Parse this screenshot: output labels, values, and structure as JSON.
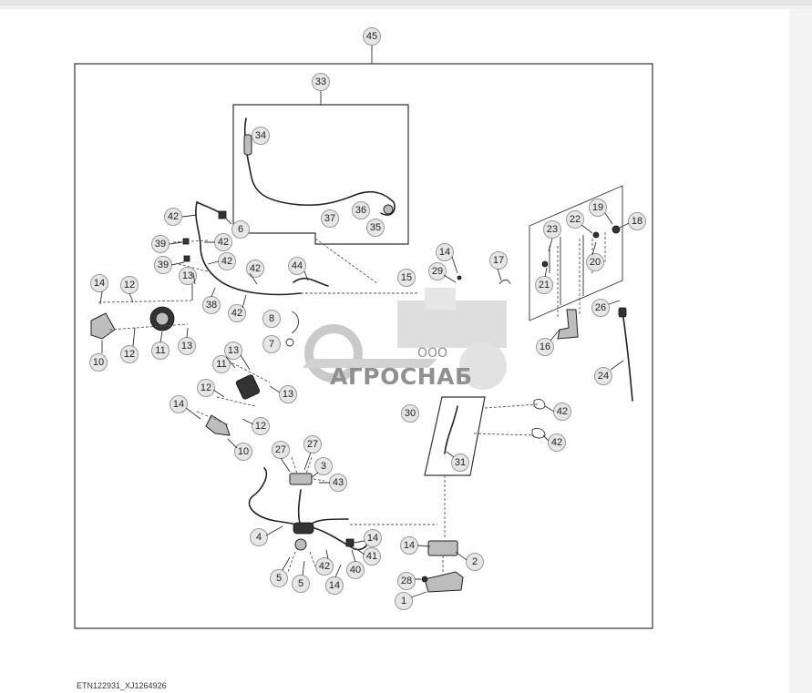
{
  "figure_ref": "ETN122931_XJ1264926",
  "watermark": {
    "small_text": "ООО",
    "big_text": "АГРОСНАБ"
  },
  "callouts": {
    "c45": "45",
    "c33": "33",
    "c34": "34",
    "c37": "37",
    "c36": "36",
    "c35": "35",
    "c42a": "42",
    "c6": "6",
    "c39a": "39",
    "c42b": "42",
    "c39b": "39",
    "c42c": "42",
    "c13a": "13",
    "c42d": "42",
    "c38": "38",
    "c42e": "42",
    "c44": "44",
    "c14a": "14",
    "c12a": "12",
    "c10a": "10",
    "c12b": "12",
    "c11a": "11",
    "c13b": "13",
    "c8": "8",
    "c7": "7",
    "c13c": "13",
    "c11b": "11",
    "c12c": "12",
    "c14b": "14",
    "c12d": "12",
    "c13d": "13",
    "c10b": "10",
    "c14c": "14",
    "c29": "29",
    "c15": "15",
    "c17": "17",
    "c23": "23",
    "c22": "22",
    "c19": "19",
    "c18": "18",
    "c20": "20",
    "c21": "21",
    "c26": "26",
    "c16": "16",
    "c24": "24",
    "c30": "30",
    "c42f": "42",
    "c42g": "42",
    "c31": "31",
    "c27a": "27",
    "c27b": "27",
    "c3": "3",
    "c43": "43",
    "c4": "4",
    "c14d": "14",
    "c41": "41",
    "c40": "40",
    "c42h": "42",
    "c5a": "5",
    "c5b": "5",
    "c14e": "14",
    "c14f": "14",
    "c2": "2",
    "c28": "28",
    "c1": "1"
  }
}
